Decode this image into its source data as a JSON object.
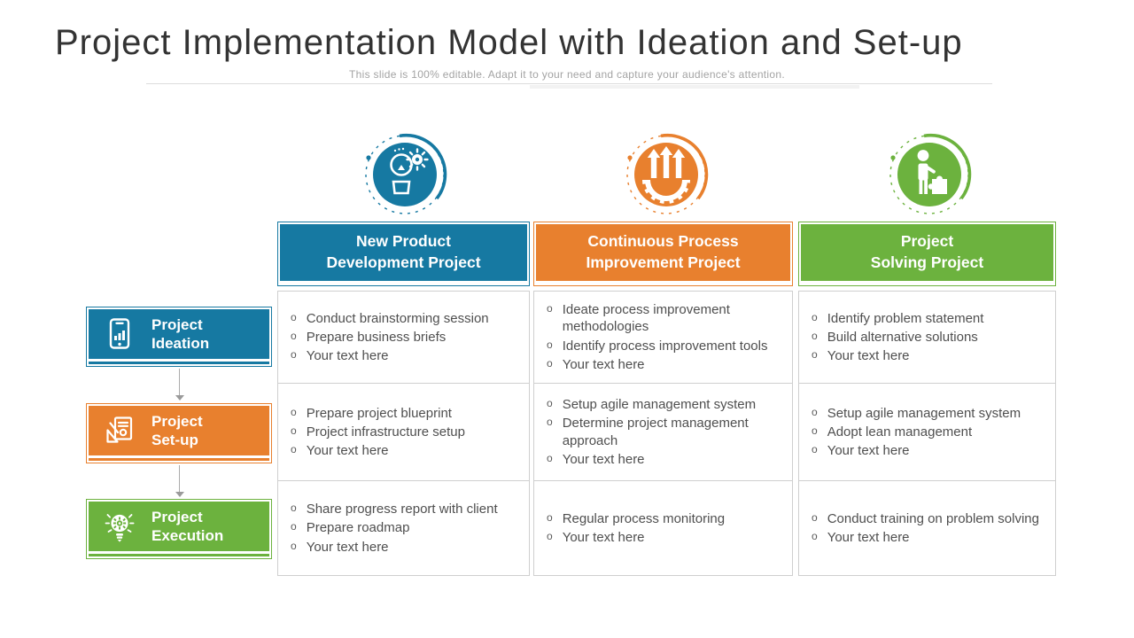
{
  "slide": {
    "title": "Project Implementation Model with Ideation and Set-up",
    "subtitle": "This slide is 100% editable. Adapt it to your need and capture your audience's attention."
  },
  "palette": {
    "blue": "#1679A2",
    "orange": "#E8802E",
    "green": "#6CB23E",
    "grid_line": "#CFCFCF",
    "body_text": "#4F4F4F",
    "muted_text": "#A3A3A3",
    "arrow_gray": "#ABABAB"
  },
  "bullet_glyph": "o",
  "columns": [
    {
      "label": "New Product\nDevelopment Project",
      "color": "#1679A2",
      "icon": "idea-gear-icon"
    },
    {
      "label": "Continuous Process\nImprovement Project",
      "color": "#E8802E",
      "icon": "gear-arrows-icon"
    },
    {
      "label": "Project\nSolving Project",
      "color": "#6CB23E",
      "icon": "person-puzzle-icon"
    }
  ],
  "rows": [
    {
      "label": "Project\nIdeation",
      "color": "#1679A2",
      "icon": "smartphone-chart-icon"
    },
    {
      "label": "Project\nSet-up",
      "color": "#E8802E",
      "icon": "blueprint-icon"
    },
    {
      "label": "Project\nExecution",
      "color": "#6CB23E",
      "icon": "bulb-gear-icon"
    }
  ],
  "cells": [
    [
      [
        "Conduct brainstorming session",
        "Prepare business briefs",
        "Your text here"
      ],
      [
        "Ideate process improvement methodologies",
        "Identify process improvement tools",
        "Your text here"
      ],
      [
        "Identify problem statement",
        "Build alternative solutions",
        "Your text here"
      ]
    ],
    [
      [
        "Prepare project blueprint",
        "Project infrastructure setup",
        "Your text here"
      ],
      [
        "Setup agile management system",
        "Determine project management approach",
        "Your text here"
      ],
      [
        "Setup agile management system",
        "Adopt lean management",
        "Your text here"
      ]
    ],
    [
      [
        "Share progress report with client",
        "Prepare roadmap",
        "Your text here"
      ],
      [
        "Regular process monitoring",
        "Your text here"
      ],
      [
        "Conduct training on problem solving",
        "Your text here"
      ]
    ]
  ]
}
